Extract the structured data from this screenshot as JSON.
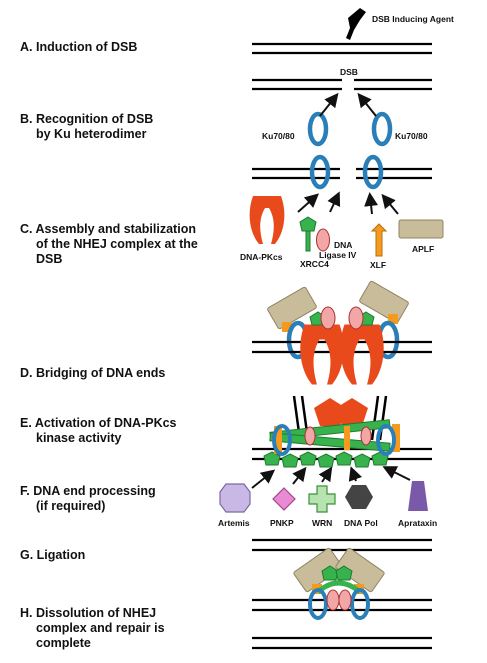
{
  "steps": [
    {
      "text": "A. Induction of DSB"
    },
    {
      "text": "B. Recognition of DSB"
    },
    {
      "text": "by Ku heterodimer"
    },
    {
      "text": "C. Assembly and stabilization"
    },
    {
      "text": "of the NHEJ complex at the"
    },
    {
      "text": "DSB"
    },
    {
      "text": "D. Bridging of DNA ends"
    },
    {
      "text": "E. Activation of DNA-PKcs"
    },
    {
      "text": "kinase activity"
    },
    {
      "text": "F. DNA end processing"
    },
    {
      "text": "(if required)"
    },
    {
      "text": "G. Ligation"
    },
    {
      "text": "H. Dissolution of NHEJ"
    },
    {
      "text": "complex and repair is"
    },
    {
      "text": "complete"
    }
  ],
  "labels": {
    "dsb_agent": "DSB Inducing Agent",
    "dsb": "DSB",
    "ku_left": "Ku70/80",
    "ku_right": "Ku70/80",
    "dna_pkcs": "DNA-PKcs",
    "xrcc4": "XRCC4",
    "dna_ligase": "DNA",
    "ligase_iv": "Ligase IV",
    "xlf": "XLF",
    "aplf": "APLF",
    "artemis": "Artemis",
    "pnkp": "PNKP",
    "wrn": "WRN",
    "dna_pol": "DNA Pol",
    "aprataxin": "Aprataxin"
  },
  "colors": {
    "ku": "#2b7fb8",
    "dna_pkcs": "#e84a1c",
    "xrcc4": "#37b24d",
    "ligase": "#f3a6a6",
    "xlf": "#f59a1c",
    "aplf": "#c9bc9b",
    "artemis": "#c9b7e6",
    "pnkp": "#e98ad2",
    "wrn": "#b7e3b0",
    "dna_pol": "#444444",
    "aprataxin": "#7a5aa8"
  }
}
